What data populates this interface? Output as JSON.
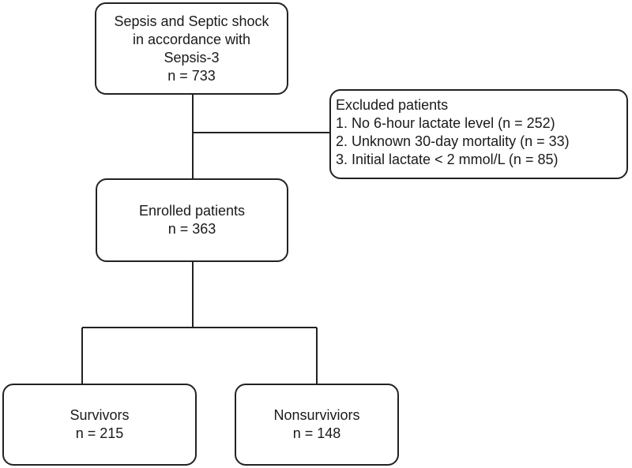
{
  "flowchart": {
    "sepsis_box": {
      "lines": [
        "Sepsis and Septic shock",
        "in accordance with",
        "Sepsis-3",
        "n = 733"
      ]
    },
    "excluded_box": {
      "title": "Excluded patients",
      "items": [
        "1. No 6-hour lactate level (n = 252)",
        "2. Unknown 30-day mortality (n = 33)",
        "3. Initial lactate < 2 mmol/L (n = 85)"
      ]
    },
    "enrolled_box": {
      "label": "Enrolled patients",
      "count": "n = 363"
    },
    "survivors_box": {
      "label": "Survivors",
      "count": "n = 215"
    },
    "nonsurvivors_box": {
      "label": "Nonsurviviors",
      "count": "n = 148"
    },
    "colors": {
      "line": "#222222",
      "box_border": "#222222",
      "text": "#1a1a1a",
      "background": "#ffffff"
    }
  }
}
